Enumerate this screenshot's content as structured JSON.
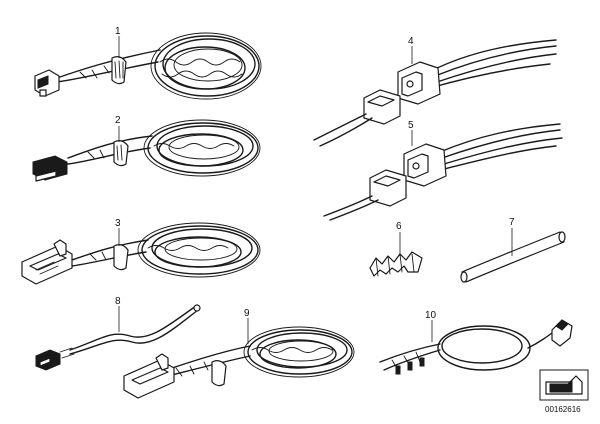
{
  "parts": [
    {
      "number": "1"
    },
    {
      "number": "2"
    },
    {
      "number": "3"
    },
    {
      "number": "4"
    },
    {
      "number": "5"
    },
    {
      "number": "6"
    },
    {
      "number": "7"
    },
    {
      "number": "8"
    },
    {
      "number": "9"
    },
    {
      "number": "10"
    }
  ],
  "reference_code": "00162616"
}
